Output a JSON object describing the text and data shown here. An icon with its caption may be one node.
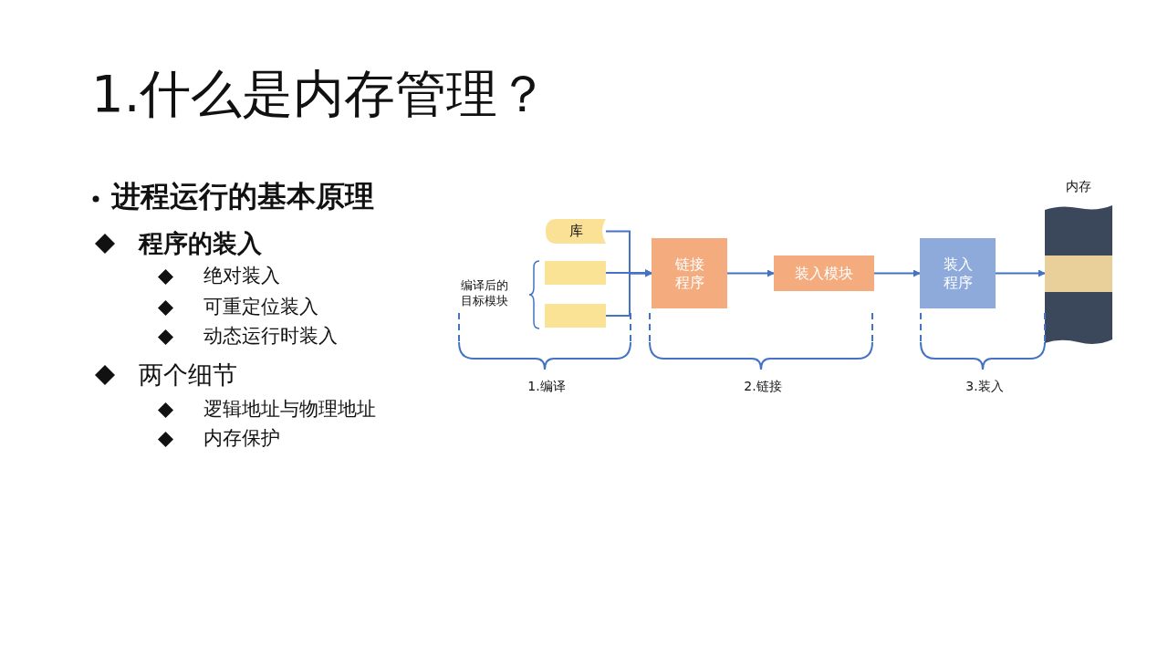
{
  "diagram": {
    "title": "1.什么是内存管理？",
    "nodes": [
      {
        "text": [
          "库"
        ]
      },
      {
        "text": [],
        "shape": "bar"
      },
      {
        "text": [],
        "shape": "bar"
      },
      {
        "text": [
          "链接程序"
        ]
      },
      {
        "text": [
          "装入模块"
        ]
      },
      {
        "text": [
          "装入程序"
        ]
      },
      {
        "text": [
          "内存"
        ]
      }
    ],
    "edges": [
      {
        "from": 0,
        "to": 3,
        "arrow": "to"
      },
      {
        "from": 1,
        "to": 3,
        "arrow": "to"
      },
      {
        "from": 2,
        "to": 3,
        "arrow": "to"
      },
      {
        "from": 3,
        "to": 4,
        "arrow": "to"
      },
      {
        "from": 4,
        "to": 5,
        "arrow": "to"
      },
      {
        "from": 5,
        "to": 6,
        "arrow": "to"
      }
    ],
    "labels": [
      "进程运行的基本原理",
      "程序的装入",
      "绝对装入",
      "可重定位装入",
      "动态运行时装入",
      "两个细节",
      "逻辑地址与物理地址",
      "内存保护",
      "编译后的目标模块",
      "1.编译",
      "2.链接",
      "3.装入"
    ]
  }
}
